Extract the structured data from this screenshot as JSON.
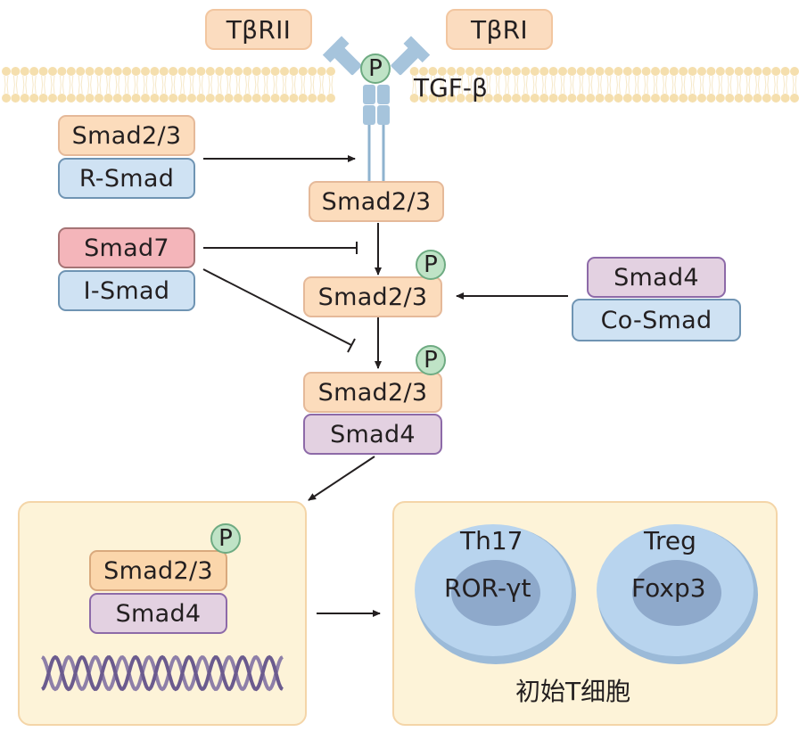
{
  "receptors": {
    "type2": "TβRII",
    "type1": "TβRI",
    "ligand": "TGF-β",
    "phospho": "P"
  },
  "legend": {
    "rsmad": {
      "name": "Smad2/3",
      "class": "R-Smad"
    },
    "ismad": {
      "name": "Smad7",
      "class": "I-Smad"
    },
    "cosmad": {
      "name": "Smad4",
      "class": "Co-Smad"
    }
  },
  "pathway": {
    "step1": "Smad2/3",
    "step2": {
      "name": "Smad2/3",
      "phospho": "P"
    },
    "step3": {
      "top": "Smad2/3",
      "bottom": "Smad4",
      "phospho": "P"
    }
  },
  "nucleus": {
    "top": "Smad2/3",
    "bottom": "Smad4",
    "phospho": "P"
  },
  "cells": {
    "th17": {
      "name": "Th17",
      "factor": "ROR-γt"
    },
    "treg": {
      "name": "Treg",
      "factor": "Foxp3"
    },
    "caption": "初始T细胞"
  },
  "colors": {
    "rsmad": "#fcdcbc",
    "ismad_red": "#f4b5ba",
    "smad_class_blue": "#cfe2f3",
    "cosmad_purple": "#e3d1e1",
    "phospho_green": "#bfe3c6",
    "membrane": "#f5dfae",
    "panel_bg": "#fdf3d8",
    "cell_outer": "#b8d4ee",
    "cell_inner": "#8ea9cb",
    "dna_dark": "#6b5b8e",
    "dna_light": "#8e7fa8"
  }
}
